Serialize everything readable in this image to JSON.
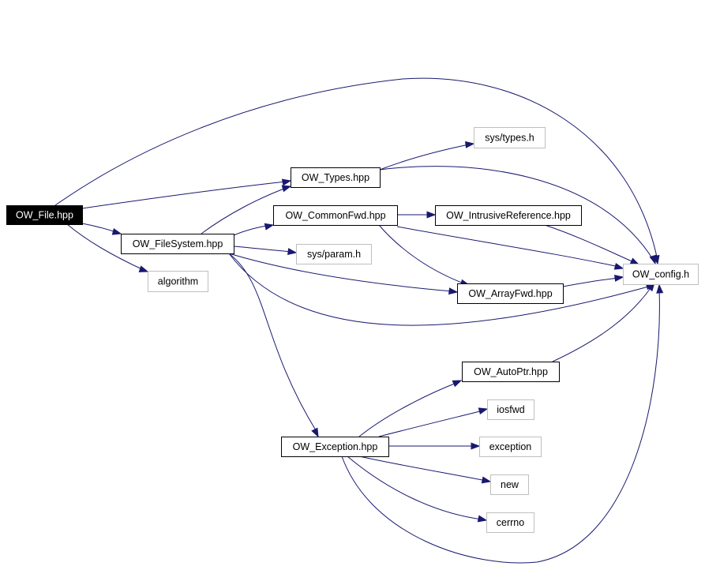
{
  "colors": {
    "edge": "#191970",
    "root_fill": "#000000",
    "root_text": "#ffffff",
    "internal_border": "#000000",
    "external_border": "#bfbfbf",
    "text": "#000000"
  },
  "nodes": {
    "ow_file": {
      "label": "OW_File.hpp",
      "kind": "root"
    },
    "ow_types": {
      "label": "OW_Types.hpp",
      "kind": "internal"
    },
    "ow_commonfwd": {
      "label": "OW_CommonFwd.hpp",
      "kind": "internal"
    },
    "ow_filesystem": {
      "label": "OW_FileSystem.hpp",
      "kind": "internal"
    },
    "ow_intrusiveref": {
      "label": "OW_IntrusiveReference.hpp",
      "kind": "internal"
    },
    "ow_arrayfwd": {
      "label": "OW_ArrayFwd.hpp",
      "kind": "internal"
    },
    "ow_autoptr": {
      "label": "OW_AutoPtr.hpp",
      "kind": "internal"
    },
    "ow_exception": {
      "label": "OW_Exception.hpp",
      "kind": "internal"
    },
    "sys_types": {
      "label": "sys/types.h",
      "kind": "external"
    },
    "sys_param": {
      "label": "sys/param.h",
      "kind": "external"
    },
    "algorithm": {
      "label": "algorithm",
      "kind": "external"
    },
    "ow_config": {
      "label": "OW_config.h",
      "kind": "external"
    },
    "iosfwd": {
      "label": "iosfwd",
      "kind": "external"
    },
    "exception": {
      "label": "exception",
      "kind": "external"
    },
    "new": {
      "label": "new",
      "kind": "external"
    },
    "cerrno": {
      "label": "cerrno",
      "kind": "external"
    }
  },
  "edges": [
    {
      "from": "ow_file",
      "to": "ow_config"
    },
    {
      "from": "ow_file",
      "to": "ow_types"
    },
    {
      "from": "ow_file",
      "to": "ow_filesystem"
    },
    {
      "from": "ow_file",
      "to": "algorithm"
    },
    {
      "from": "ow_types",
      "to": "sys_types"
    },
    {
      "from": "ow_types",
      "to": "ow_config"
    },
    {
      "from": "ow_filesystem",
      "to": "ow_types"
    },
    {
      "from": "ow_filesystem",
      "to": "ow_commonfwd"
    },
    {
      "from": "ow_filesystem",
      "to": "sys_param"
    },
    {
      "from": "ow_filesystem",
      "to": "ow_arrayfwd"
    },
    {
      "from": "ow_filesystem",
      "to": "ow_config"
    },
    {
      "from": "ow_filesystem",
      "to": "ow_exception"
    },
    {
      "from": "ow_commonfwd",
      "to": "ow_intrusiveref"
    },
    {
      "from": "ow_commonfwd",
      "to": "ow_config"
    },
    {
      "from": "ow_commonfwd",
      "to": "ow_arrayfwd"
    },
    {
      "from": "ow_intrusiveref",
      "to": "ow_config"
    },
    {
      "from": "ow_arrayfwd",
      "to": "ow_config"
    },
    {
      "from": "ow_autoptr",
      "to": "ow_config"
    },
    {
      "from": "ow_exception",
      "to": "ow_autoptr"
    },
    {
      "from": "ow_exception",
      "to": "iosfwd"
    },
    {
      "from": "ow_exception",
      "to": "exception"
    },
    {
      "from": "ow_exception",
      "to": "new"
    },
    {
      "from": "ow_exception",
      "to": "cerrno"
    },
    {
      "from": "ow_exception",
      "to": "ow_config"
    }
  ]
}
